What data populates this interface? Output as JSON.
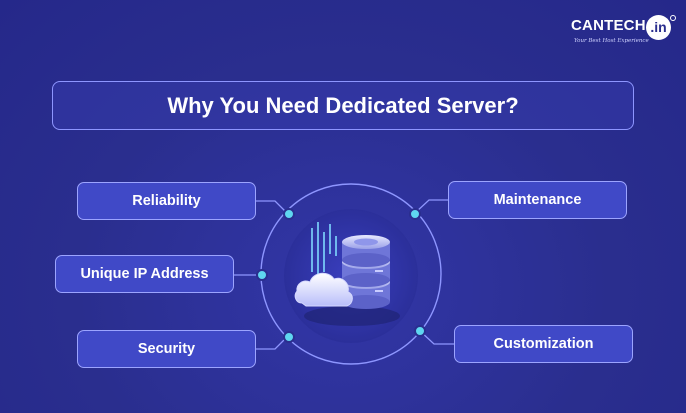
{
  "brand": {
    "name": "CANTECH",
    "badge": ".in",
    "tagline": "Your Best Host Experience"
  },
  "title": "Why You Need Dedicated Server?",
  "features_left": [
    "Reliability",
    "Unique IP Address",
    "Security"
  ],
  "features_right": [
    "Maintenance",
    "Customization"
  ],
  "colors": {
    "background": "#2a2e8e",
    "pill_fill": "#4049c7",
    "pill_border": "#9ca4ff",
    "connector_dot": "#5fd6f0",
    "text": "#ffffff"
  },
  "icons": [
    "server-stack-icon",
    "cloud-icon",
    "binary-code-icon"
  ]
}
